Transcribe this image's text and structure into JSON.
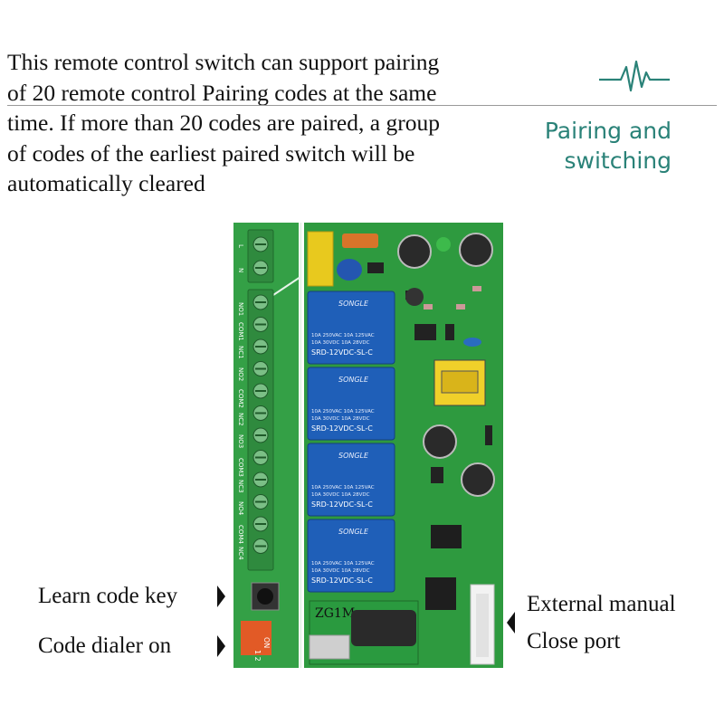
{
  "intro": {
    "lines": [
      "This remote control switch can support pairing",
      "of 20 remote control Pairing codes at the same",
      "time. If more than 20 codes are paired, a group",
      "of codes of the earliest paired switch will be",
      "automatically cleared"
    ]
  },
  "heading": {
    "line1": "Pairing and",
    "line2": "switching"
  },
  "callouts": {
    "learn_code_key": "Learn code key",
    "code_dialer_on": "Code dialer on",
    "external_manual": "External manual",
    "close_port": "Close port"
  },
  "board": {
    "terminal_labels": [
      "L",
      "N",
      "NO1",
      "COM1",
      "NC1",
      "NO2",
      "COM2",
      "NC2",
      "NO3",
      "COM3",
      "NC3",
      "NO4",
      "COM4",
      "NC4"
    ],
    "relay_brand": "SONGLE",
    "relay_rating_1": "10A 250VAC  10A 125VAC",
    "relay_rating_2": "10A 30VDC  10A 28VDC",
    "relay_model": "SRD-12VDC-SL-C",
    "module_label": "ZG1M",
    "dip_label": "ON",
    "dip_numbers": "1 2"
  },
  "icon": "pulse-wave-icon",
  "colors": {
    "accent": "#2a8278",
    "pcb": "#2e9a3f",
    "relay": "#1f5fb8",
    "terminal": "#2f8a3e",
    "text": "#111111"
  }
}
